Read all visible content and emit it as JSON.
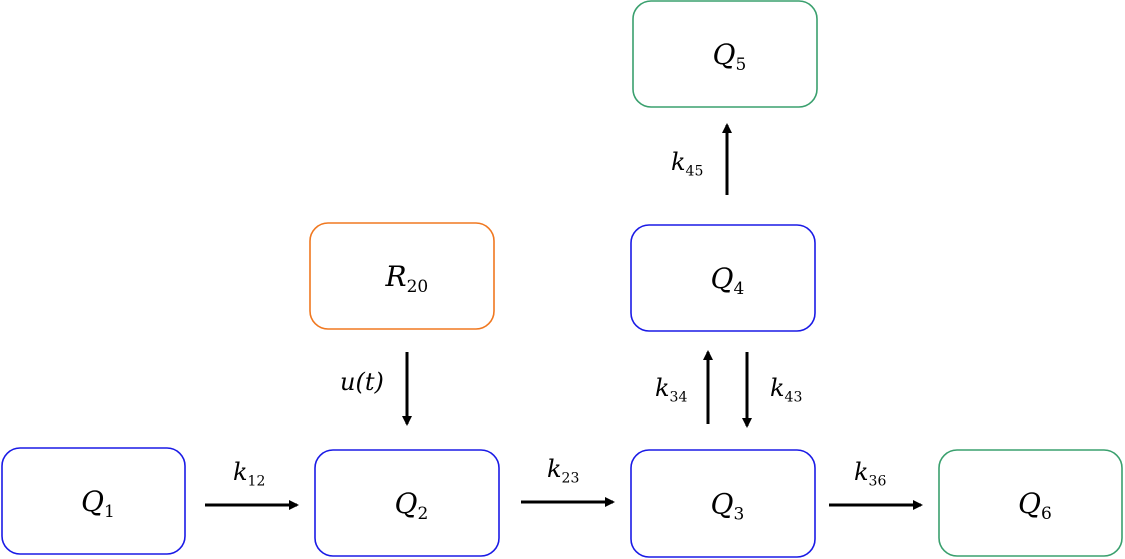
{
  "colors": {
    "compartment": "#1a1ae6",
    "source": "#f07820",
    "output": "#3aa06e",
    "arrow": "#000000",
    "text": "#000000"
  },
  "boxes": [
    {
      "id": "Q1",
      "label": "Q",
      "sub": "1",
      "kind": "compartment"
    },
    {
      "id": "Q2",
      "label": "Q",
      "sub": "2",
      "kind": "compartment"
    },
    {
      "id": "Q3",
      "label": "Q",
      "sub": "3",
      "kind": "compartment"
    },
    {
      "id": "Q4",
      "label": "Q",
      "sub": "4",
      "kind": "compartment"
    },
    {
      "id": "Q5",
      "label": "Q",
      "sub": "5",
      "kind": "output"
    },
    {
      "id": "Q6",
      "label": "Q",
      "sub": "6",
      "kind": "output"
    },
    {
      "id": "R20",
      "label": "R",
      "sub": "20",
      "kind": "source"
    }
  ],
  "edges": [
    {
      "id": "k12",
      "from": "Q1",
      "to": "Q2",
      "label": "k",
      "sub": "12"
    },
    {
      "id": "k23",
      "from": "Q2",
      "to": "Q3",
      "label": "k",
      "sub": "23"
    },
    {
      "id": "k36",
      "from": "Q3",
      "to": "Q6",
      "label": "k",
      "sub": "36"
    },
    {
      "id": "k34",
      "from": "Q3",
      "to": "Q4",
      "label": "k",
      "sub": "34"
    },
    {
      "id": "k43",
      "from": "Q4",
      "to": "Q3",
      "label": "k",
      "sub": "43"
    },
    {
      "id": "k45",
      "from": "Q4",
      "to": "Q5",
      "label": "k",
      "sub": "45"
    },
    {
      "id": "ut",
      "from": "R20",
      "to": "Q2",
      "label": "u(t)",
      "sub": ""
    }
  ]
}
